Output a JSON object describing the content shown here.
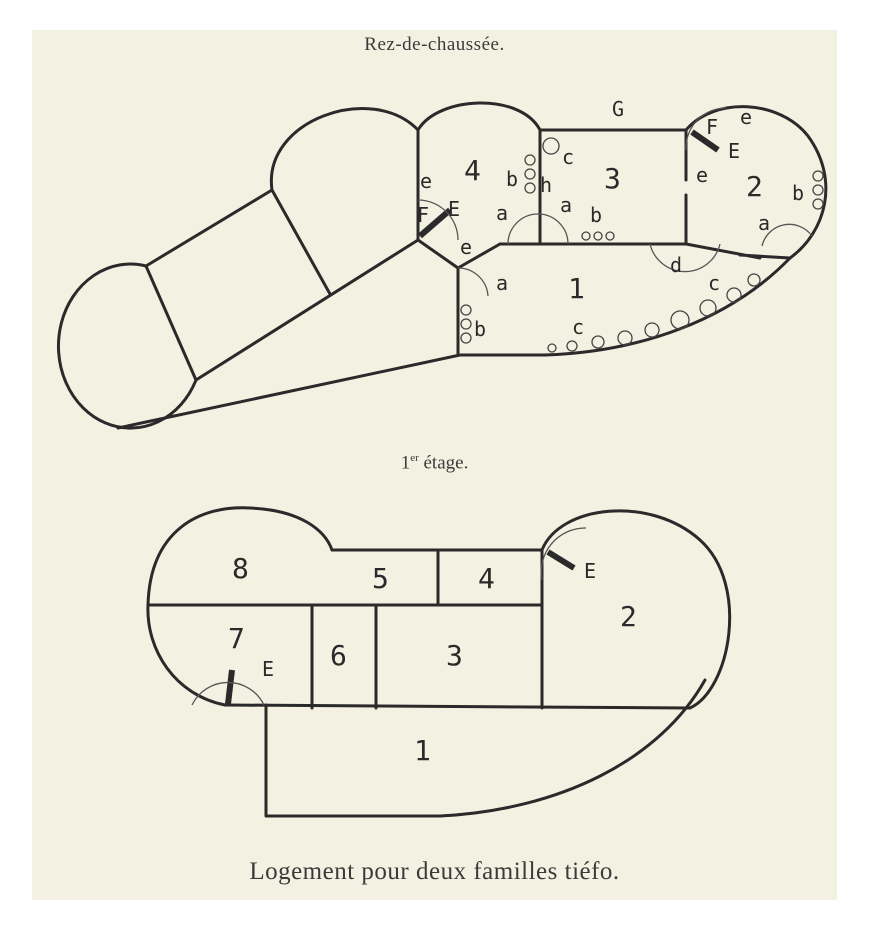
{
  "captions": {
    "ground_floor": "Rez-de-chaussée.",
    "first_floor_base": "1",
    "first_floor_sup": "er",
    "first_floor_rest": " étage.",
    "title": "Logement pour deux familles tiéfo."
  },
  "ground_floor": {
    "rooms": [
      "1",
      "2",
      "3",
      "4"
    ],
    "letters": {
      "G": "G",
      "F_left": "F",
      "E_left": "E",
      "e_left": "e",
      "e_mid": "e",
      "F_right": "F",
      "E_right": "E",
      "e_right_top": "e",
      "e_right_mid": "e",
      "a_4": "a",
      "a_3": "a",
      "a_mid": "a",
      "a_2": "a",
      "b_4": "b",
      "b_3": "b",
      "b_mid": "b",
      "b_2": "b",
      "c_3": "c",
      "c_low": "c",
      "c_right": "c",
      "h": "h",
      "d": "d"
    }
  },
  "first_floor": {
    "rooms": [
      "1",
      "2",
      "3",
      "4",
      "5",
      "6",
      "7",
      "8"
    ],
    "letters": {
      "E_right": "E",
      "E_left": "E"
    }
  },
  "colors": {
    "paper": "#f3f2e2",
    "ink": "#2a2a2a"
  }
}
